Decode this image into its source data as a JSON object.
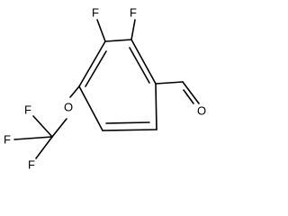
{
  "structure": {
    "atoms": {
      "f_top_left": "F",
      "f_top_right": "F",
      "aldehyde_oxygen": "O",
      "ether_oxygen": "O",
      "cf3_fluorine_top": "F",
      "cf3_fluorine_left": "F",
      "cf3_fluorine_bottom": "F"
    }
  }
}
